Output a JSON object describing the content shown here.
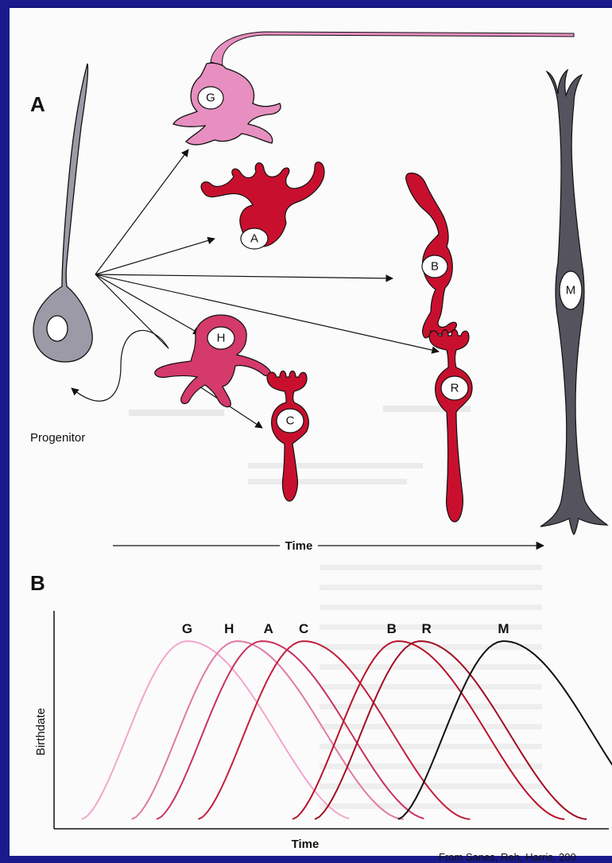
{
  "panel_a": {
    "label": "A",
    "progenitor_label": "Progenitor",
    "time_label": "Time",
    "cells": {
      "g": "G",
      "a": "A",
      "b": "B",
      "m": "M",
      "h": "H",
      "c": "C",
      "r": "R"
    }
  },
  "panel_b": {
    "label": "B",
    "ylabel": "Birthdate",
    "xlabel": "Time"
  },
  "credit": "From Sanes, Reh, Harris, 200",
  "colors": {
    "background": "#1a1a8c",
    "progenitor": "#9c9aa6",
    "muller": "#55535e",
    "ganglion": "#e78fc0",
    "amacrine": "#c8102e",
    "horizontal": "#d43a6a"
  },
  "chart_data": {
    "type": "line",
    "title": "",
    "xlabel": "Time",
    "ylabel": "Birthdate",
    "series": [
      {
        "name": "G",
        "color": "#f2a6cc",
        "peak": 0.24
      },
      {
        "name": "H",
        "color": "#e07aa6",
        "peak": 0.33
      },
      {
        "name": "A",
        "color": "#c8325c",
        "peak": 0.375
      },
      {
        "name": "C",
        "color": "#c21f3c",
        "peak": 0.45
      },
      {
        "name": "B",
        "color": "#b81229",
        "peak": 0.62
      },
      {
        "name": "R",
        "color": "#a00d22",
        "peak": 0.66
      },
      {
        "name": "M",
        "color": "#111111",
        "peak": 0.81
      }
    ]
  }
}
